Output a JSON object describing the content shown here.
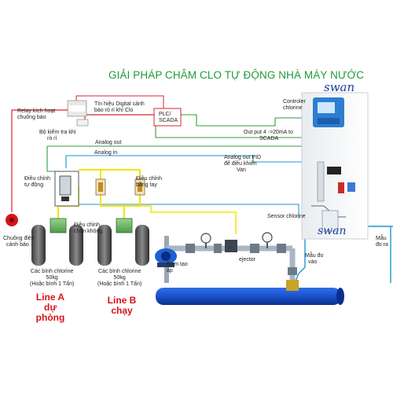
{
  "title": "GIẢI PHÁP CHÂM CLO TỰ ĐỘNG NHÀ MÁY NƯỚC",
  "brand_top": "swan",
  "brand_bottom": "swan",
  "labels": {
    "relay": [
      "Relay kích hoạt",
      "chuông báo"
    ],
    "detector": [
      "Bộ kiểm tra khí",
      "rò rỉ"
    ],
    "digital_signal": [
      "Tín hiệu Digital cảnh",
      "báo rò rỉ khí Clo"
    ],
    "plc": [
      "PLC/",
      "SCADA"
    ],
    "analog_out": "Analog out",
    "analog_in": "Analog in",
    "controller": [
      "Controler",
      "chlorine"
    ],
    "output4": [
      "Out put 4 ->20mA to",
      "SCADA"
    ],
    "analog_pid": [
      "Analog out PID",
      "để điều khiển",
      "Van"
    ],
    "auto_adjust": [
      "Điều chỉnh",
      "tự động"
    ],
    "manual_adjust": [
      "Điều chỉnh",
      "bằng tay"
    ],
    "vacuum_adjust": [
      "Điều chỉnh",
      "chân không"
    ],
    "alarm_bell": [
      "Chuông điện",
      "cảnh báo"
    ],
    "sensor": "Sensor chlorine",
    "sample_out": [
      "Mẫu",
      "đo ra"
    ],
    "sample_in": [
      "Mẫu đo",
      "vào"
    ],
    "booster_pump": [
      "Bơm tạo",
      "áp"
    ],
    "ejector": "ejector",
    "cyl_a": [
      "Các bình chlorine",
      "50kg",
      "(Hoặc bình 1 Tấn)"
    ],
    "cyl_b": [
      "Các bình chlorine",
      "50kg",
      "(Hoặc bình 1 Tấn)"
    ],
    "line_a": [
      "Line A",
      "dự",
      "phòng"
    ],
    "line_b": [
      "Line B",
      "chạy"
    ]
  },
  "colors": {
    "title": "#1f9a3a",
    "line_label": "#d5141b",
    "pipe": "#1f5fd6",
    "yellow_line": "#f2e600",
    "signal_red": "#d9262d",
    "signal_green": "#2f9e3c",
    "signal_blue": "#1d96d3"
  }
}
